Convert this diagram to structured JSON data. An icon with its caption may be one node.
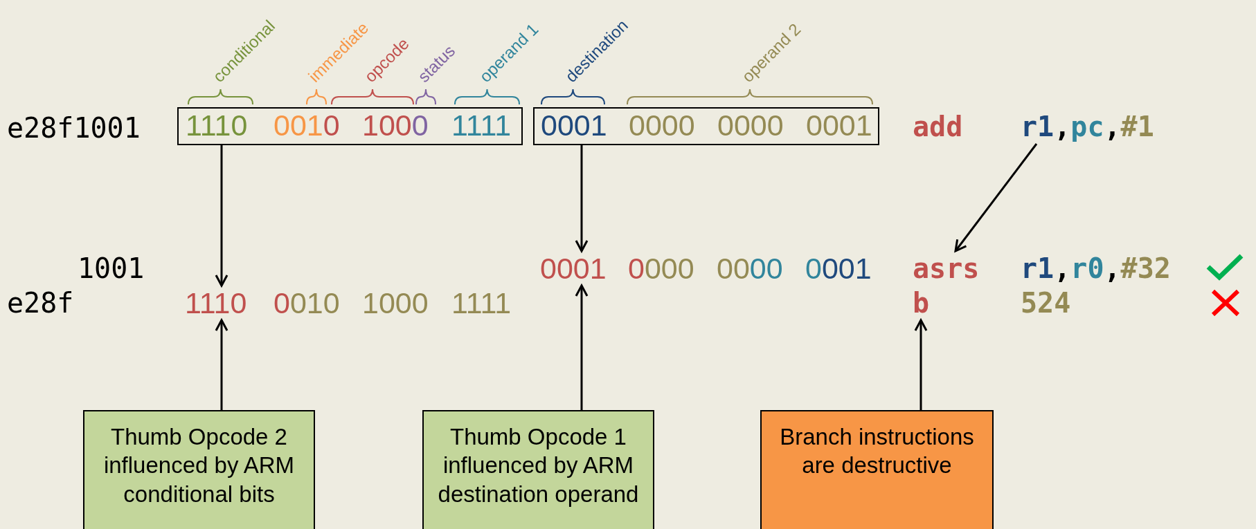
{
  "diagram": {
    "nodes": [
      {
        "text": [
          "1110",
          "0010",
          "1000",
          "1111"
        ]
      },
      {
        "text": [
          "0001",
          "0000",
          "0000",
          "0001"
        ]
      },
      {
        "text": [
          "r1,pc,#1"
        ]
      },
      {
        "text": [
          "1110"
        ]
      },
      {
        "text": [
          "0001"
        ]
      },
      {
        "text": [
          "asrs"
        ]
      },
      {
        "text": [
          "b"
        ]
      },
      {
        "text": [
          "Thumb Opcode 2 influenced by ARM conditional bits"
        ]
      },
      {
        "text": [
          "Thumb Opcode 1 influenced by ARM destination operand"
        ]
      },
      {
        "text": [
          "Branch instructions are destructive"
        ]
      }
    ],
    "edges": [
      {
        "from": 0,
        "to": 3,
        "arrow": "to"
      },
      {
        "from": 1,
        "to": 4,
        "arrow": "to"
      },
      {
        "from": 2,
        "to": 5,
        "arrow": "to"
      },
      {
        "from": 7,
        "to": 3,
        "arrow": "to"
      },
      {
        "from": 8,
        "to": 4,
        "arrow": "to"
      },
      {
        "from": 9,
        "to": 6,
        "arrow": "to"
      }
    ],
    "labels": [
      "conditional",
      "immediate",
      "opcode",
      "status",
      "operand 1",
      "destination",
      "operand 2",
      "e28f1001",
      "add",
      "1001",
      "0000",
      "0000",
      "0001",
      "r1,r0,#32",
      "e28f",
      "0010",
      "1000",
      "1111",
      "524"
    ]
  }
}
